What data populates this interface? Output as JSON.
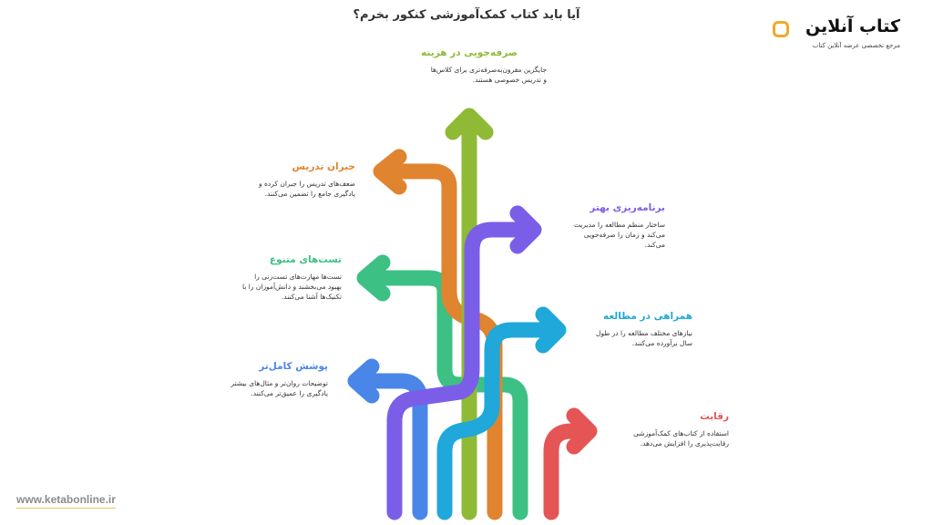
{
  "title": "آیا باید کتاب کمک‌آموزشی کنکور بخرم؟",
  "logo": {
    "name": "کتاب آنلاین",
    "tagline": "مرجع تخصصی عرضه آنلاین کتاب",
    "accent": "#f0a92a",
    "icon": "logo-mark-icon"
  },
  "website": "www.ketabonline.ir",
  "items": [
    {
      "title": "صرفه‌جویی در هزینه",
      "desc": [
        "جایگزین مقرون‌به‌صرفه‌تری برای کلاس‌ها",
        "و تدریس خصوصی هستند."
      ],
      "color": "#8fba36",
      "direction": "up"
    },
    {
      "title": "جبران تدریس",
      "desc": [
        "ضعف‌های تدریس را جبران کرده و",
        "یادگیری جامع را تضمین می‌کنند."
      ],
      "color": "#e0842f",
      "direction": "left"
    },
    {
      "title": "برنامه‌ریزی بهتر",
      "desc": [
        "ساختار منظم مطالعه را مدیریت",
        "می‌کند و زمان را صرفه‌جویی",
        "می‌کند."
      ],
      "color": "#7b5ee8",
      "direction": "right"
    },
    {
      "title": "تست‌های متنوع",
      "desc": [
        "تست‌ها مهارت‌های تست‌زنی را",
        "بهبود می‌بخشند و دانش‌آموزان را با",
        "تکنیک‌ها آشنا می‌کنند."
      ],
      "color": "#3cc083",
      "direction": "left"
    },
    {
      "title": "همراهی در مطالعه",
      "desc": [
        "نیازهای مختلف مطالعه را در طول",
        "سال برآورده می‌کنند."
      ],
      "color": "#1fa8d9",
      "direction": "right"
    },
    {
      "title": "پوشش کامل‌تر",
      "desc": [
        "توضیحات روان‌تر و مثال‌های بیشتر",
        "یادگیری را عمیق‌تر می‌کنند."
      ],
      "color": "#4a86e8",
      "direction": "left"
    },
    {
      "title": "رقابت",
      "desc": [
        "استفاده از کتاب‌های کمک‌آموزشی",
        "رقابت‌پذیری را افزایش می‌دهد."
      ],
      "color": "#e55555",
      "direction": "right"
    }
  ]
}
